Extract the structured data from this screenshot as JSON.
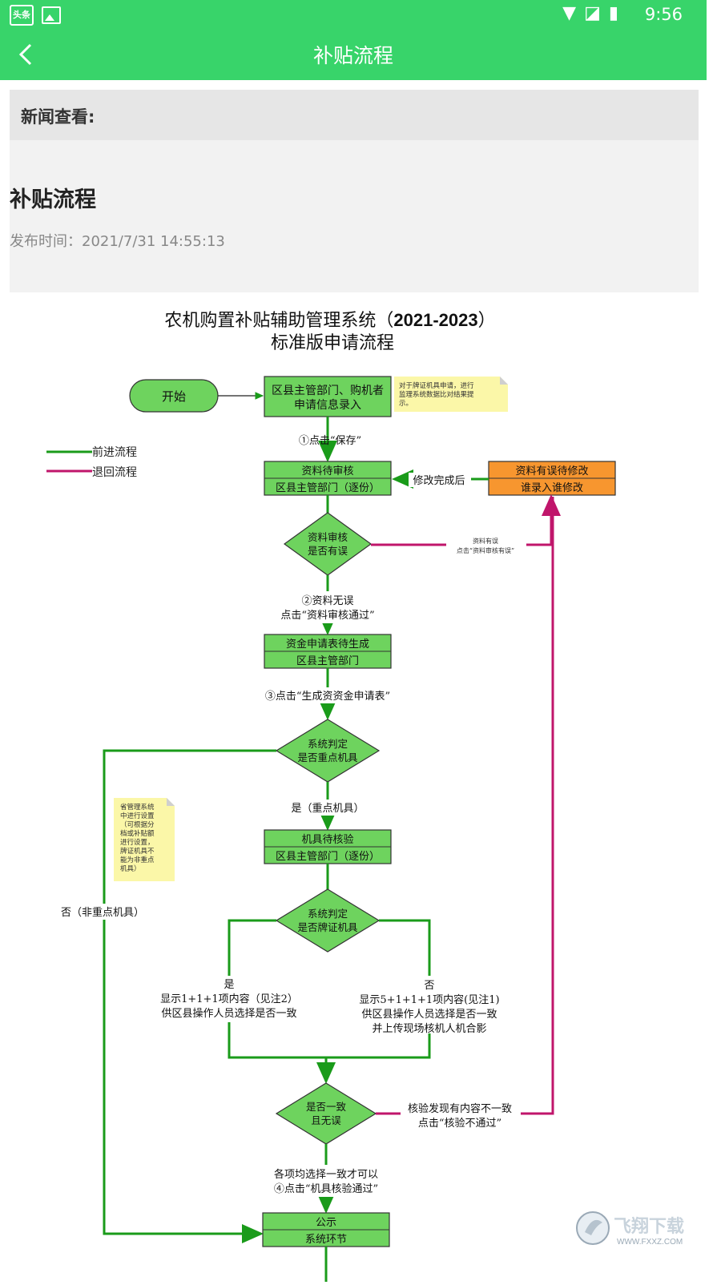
{
  "status_bar": {
    "app_badge": "头条",
    "time": "9:56",
    "icons": [
      "image-icon",
      "wifi-icon",
      "no-signal-icon",
      "battery-charging-icon"
    ]
  },
  "app_bar": {
    "title": "补贴流程"
  },
  "news_header": {
    "label": "新闻查看:"
  },
  "article": {
    "title": "补贴流程",
    "time": "发布时间：2021/7/31 14:55:13"
  },
  "flowchart": {
    "title_line1": "农机购置补贴辅助管理系统（",
    "title_year": "2021-2023",
    "title_line1_end": "）",
    "title_line2": "标准版申请流程",
    "legend_forward": "前进流程",
    "legend_back": "退回流程",
    "start": "开始",
    "box1_line1": "区县主管部门、购机者",
    "box1_line2": "申请信息录入",
    "note1_line1": "对于牌证机具申请，进行",
    "note1_line2": "监理系统数据比对结果提",
    "note1_line3": "示。",
    "step1": "①点击“保存”",
    "box2_top": "资料待审核",
    "box2_bottom": "区县主管部门（逐份）",
    "fix_label": "修改完成后",
    "box_err_top": "资料有误待修改",
    "box_err_bottom": "谁录入谁修改",
    "diamond1_l1": "资料审核",
    "diamond1_l2": "是否有误",
    "err_label_l1": "资料有误",
    "err_label_l2": "点击“资料审核有误”",
    "step2_l1": "②资料无误",
    "step2_l2": "点击“资料审核通过”",
    "box3_top": "资金申请表待生成",
    "box3_bottom": "区县主管部门",
    "step3": "③点击“生成资资金申请表”",
    "diamond2_l1": "系统判定",
    "diamond2_l2": "是否重点机具",
    "yes_key": "是（重点机具）",
    "note2": [
      "省管理系统",
      "中进行设置",
      "（可根据分",
      "档或补贴额",
      "进行设置，",
      "牌证机具不",
      "能为非重点",
      "机具）"
    ],
    "no_key": "否（非重点机具）",
    "box4_top": "机具待核验",
    "box4_bottom": "区县主管部门（逐份）",
    "diamond3_l1": "系统判定",
    "diamond3_l2": "是否牌证机具",
    "left_yes": "是",
    "left_l1": "显示1+1+1项内容（见注2）",
    "left_l2": "供区县操作人员选择是否一致",
    "right_no": "否",
    "right_l1": "显示5+1+1+1项内容(见注1)",
    "right_l2": "供区县操作人员选择是否一致",
    "right_l3": "并上传现场核机人机合影",
    "diamond4_l1": "是否一致",
    "diamond4_l2": "且无误",
    "mismatch_l1": "核验发现有内容不一致",
    "mismatch_l2": "点击“核验不通过”",
    "step4_l1": "各项均选择一致才可以",
    "step4_l2": "④点击“机具核验通过”",
    "box5_top": "公示",
    "box5_bottom": "系统环节"
  },
  "watermark": {
    "text1": "飞翔下载",
    "text2": "WWW.FXXZ.COM"
  },
  "colors": {
    "accent": "#38d46a",
    "forward": "#1a9b1a",
    "back": "#c0156b",
    "node": "#6ed35e",
    "error_node": "#f7962f",
    "note": "#fbf7a8"
  }
}
